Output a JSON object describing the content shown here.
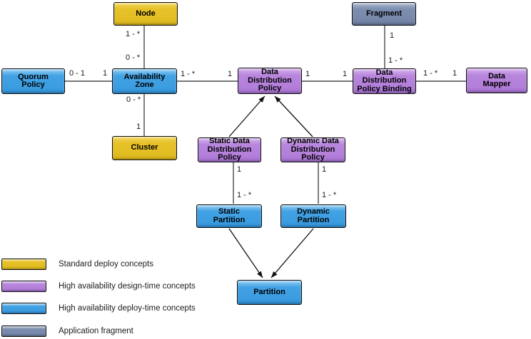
{
  "diagram": {
    "nodes": {
      "node": {
        "label": "Node",
        "category": "standard"
      },
      "fragment": {
        "label": "Fragment",
        "category": "application_fragment"
      },
      "quorum_policy": {
        "label": "Quorum\nPolicy",
        "category": "deploy_time"
      },
      "availability_zone": {
        "label": "Availability\nZone",
        "category": "deploy_time"
      },
      "data_distribution_policy": {
        "label": "Data\nDistribution\nPolicy",
        "category": "design_time"
      },
      "data_distribution_policy_binding": {
        "label": "Data\nDistribution\nPolicy Binding",
        "category": "design_time"
      },
      "data_mapper": {
        "label": "Data\nMapper",
        "category": "design_time"
      },
      "cluster": {
        "label": "Cluster",
        "category": "standard"
      },
      "static_data_distribution_policy": {
        "label": "Static Data\nDistribution\nPolicy",
        "category": "design_time"
      },
      "dynamic_data_distribution_policy": {
        "label": "Dynamic Data\nDistribution\nPolicy",
        "category": "design_time"
      },
      "static_partition": {
        "label": "Static\nPartition",
        "category": "deploy_time"
      },
      "dynamic_partition": {
        "label": "Dynamic\nPartition",
        "category": "deploy_time"
      },
      "partition": {
        "label": "Partition",
        "category": "deploy_time"
      }
    },
    "relations": {
      "node_availability_zone": {
        "end_node": "1 - *",
        "end_availability_zone": "0 - *"
      },
      "quorum_policy_availability_zone": {
        "end_quorum_policy": "0 - 1",
        "end_availability_zone": "1"
      },
      "availability_zone_cluster": {
        "end_availability_zone": "0 - *",
        "end_cluster": "1"
      },
      "availability_zone_policy": {
        "end_availability_zone": "1 - *",
        "end_policy": "1"
      },
      "policy_binding": {
        "end_policy": "1",
        "end_binding": "1"
      },
      "fragment_binding": {
        "end_fragment": "1",
        "end_binding": "1 - *"
      },
      "binding_mapper": {
        "end_binding": "1 - *",
        "end_mapper": "1"
      },
      "static_policy_static_partition": {
        "end_policy": "1",
        "end_partition": "1 - *"
      },
      "dynamic_policy_dynamic_partition": {
        "end_policy": "1",
        "end_partition": "1 - *"
      }
    },
    "colors": {
      "standard": "#e2bd22",
      "design_time": "#b27ed9",
      "deploy_time": "#3b9ce0",
      "application_fragment": "#7687a9",
      "border": "#0d0d0d",
      "edge_line": "#4a4a4a",
      "arrow_line": "#111111",
      "background": "#ffffff"
    }
  },
  "legend": {
    "items": [
      {
        "key": "standard",
        "color": "#e2bd22",
        "label": "Standard deploy concepts"
      },
      {
        "key": "design_time",
        "color": "#b27ed9",
        "label": "High availability design-time concepts"
      },
      {
        "key": "deploy_time",
        "color": "#3b9ce0",
        "label": "High availability deploy-time concepts"
      },
      {
        "key": "application_fragment",
        "color": "#7687a9",
        "label": "Application fragment"
      }
    ]
  }
}
